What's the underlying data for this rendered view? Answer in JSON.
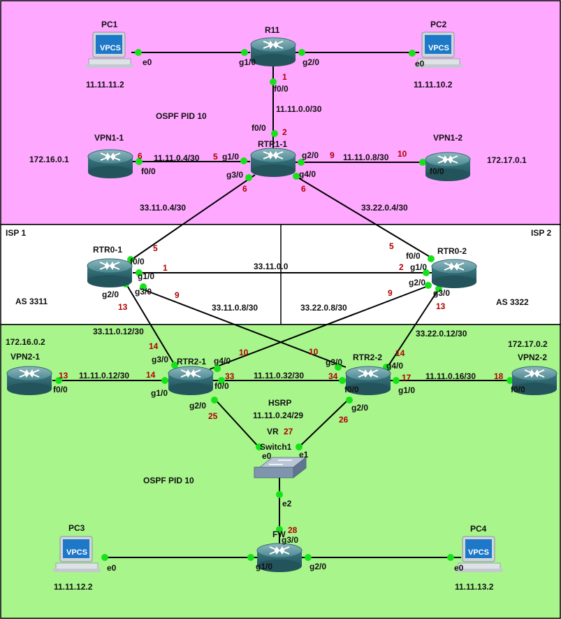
{
  "colors": {
    "zone_top": "#ffa8ff",
    "zone_mid": "#ffffff",
    "zone_bottom": "#a8f58c",
    "link": "#000000",
    "port_dot": "#16e21a",
    "num_label": "#b00000",
    "as3311": "#b35a00",
    "as3322": "#0a1ed8"
  },
  "zones": {
    "ospf_top": "OSPF PID 10",
    "isp1": "ISP 1",
    "isp2": "ISP 2",
    "as3311": "AS 3311",
    "as3322": "AS 3322",
    "ospf_bottom": "OSPF PID 10"
  },
  "devices": {
    "pc1": {
      "name": "PC1",
      "icon": "vpcs-icon",
      "badge": "VPCS",
      "ip": "11.11.11.2"
    },
    "pc2": {
      "name": "PC2",
      "icon": "vpcs-icon",
      "badge": "VPCS",
      "ip": "11.11.10.2"
    },
    "r11": {
      "name": "R11",
      "icon": "router-icon"
    },
    "vpn1_1": {
      "name": "VPN1-1",
      "icon": "router-icon",
      "ip": "172.16.0.1"
    },
    "rtr1_1": {
      "name": "RTR1-1",
      "icon": "router-icon"
    },
    "vpn1_2": {
      "name": "VPN1-2",
      "icon": "router-icon",
      "ip": "172.17.0.1"
    },
    "rtr0_1": {
      "name": "RTR0-1",
      "icon": "router-icon"
    },
    "rtr0_2": {
      "name": "RTR0-2",
      "icon": "router-icon"
    },
    "vpn2_1": {
      "name": "VPN2-1",
      "icon": "router-icon",
      "ip": "172.16.0.2"
    },
    "rtr2_1": {
      "name": "RTR2-1",
      "icon": "router-icon"
    },
    "rtr2_2": {
      "name": "RTR2-2",
      "icon": "router-icon"
    },
    "vpn2_2": {
      "name": "VPN2-2",
      "icon": "router-icon",
      "ip": "172.17.0.2"
    },
    "switch1": {
      "name": "Switch1",
      "icon": "switch-icon"
    },
    "fw": {
      "name": "FW",
      "icon": "router-icon"
    },
    "pc3": {
      "name": "PC3",
      "icon": "vpcs-icon",
      "badge": "VPCS",
      "ip": "11.11.12.2"
    },
    "pc4": {
      "name": "PC4",
      "icon": "vpcs-icon",
      "badge": "VPCS",
      "ip": "11.11.13.2"
    }
  },
  "networks": {
    "r11_rtr": "11.11.0.0/30",
    "vpn11": "11.11.0.4/30",
    "vpn12": "11.11.0.8/30",
    "rtr_rtr0_1": "33.11.0.4/30",
    "rtr_rtr0_2": "33.22.0.4/30",
    "isp_link": "33.11.0.0",
    "rtr0_1_rtr2_1": "33.11.0.12/30",
    "rtr0_1_rtr2_2": "33.11.0.8/30",
    "rtr0_2_rtr2_1": "33.22.0.8/30",
    "rtr0_2_rtr2_2": "33.22.0.12/30",
    "vpn21": "11.11.0.12/30",
    "rtr2_link": "11.11.0.32/30",
    "vpn22": "11.11.0.16/30",
    "hsrp": "HSRP",
    "hsrp_net": "11.11.0.24/29",
    "vr": "VR"
  },
  "ports": {
    "pc1_e0": "e0",
    "r11_g10": "g1/0",
    "r11_g20": "g2/0",
    "pc2_e0": "e0",
    "r11_f00": "f0/0",
    "rtr11_f00": "f0/0",
    "rtr11_g10": "g1/0",
    "rtr11_g20": "g2/0",
    "rtr11_g30": "g3/0",
    "rtr11_g40": "g4/0",
    "vpn11_f00": "f0/0",
    "vpn12_f00": "f0/0",
    "rtr01_f00": "f0/0",
    "rtr01_g10": "g1/0",
    "rtr01_g20": "g2/0",
    "rtr01_g30": "g3/0",
    "rtr02_f00": "f0/0",
    "rtr02_g10": "g1/0",
    "rtr02_g20": "g2/0",
    "rtr02_g30": "g3/0",
    "rtr21_g30": "g3/0",
    "rtr21_g40": "g4/0",
    "rtr21_f00": "f0/0",
    "rtr21_g10": "g1/0",
    "rtr21_g20": "g2/0",
    "rtr22_g30": "g3/0",
    "rtr22_g40": "g4/0",
    "rtr22_f00": "f0/0",
    "rtr22_g10": "g1/0",
    "rtr22_g20": "g2/0",
    "vpn21_f00": "f0/0",
    "vpn22_f00": "f0/0",
    "sw_e0": "e0",
    "sw_e1": "e1",
    "sw_e2": "e2",
    "fw_g30": "g3/0",
    "fw_g10": "g1/0",
    "fw_g20": "g2/0",
    "pc3_e0": "e0",
    "pc4_e0": "e0"
  },
  "octets": {
    "r11": "1",
    "rtr11_top": "2",
    "vpn11": "6",
    "rtr11_g1": "5",
    "rtr11_g2": "9",
    "vpn12": "10",
    "rtr11_g3": "6",
    "rtr11_g4": "6",
    "rtr01_f0": "5",
    "rtr02_f0": "5",
    "rtr01_g1": "1",
    "rtr02_g1": "2",
    "rtr01_g3": "9",
    "rtr02_g2": "9",
    "rtr01_g2": "13",
    "rtr02_g3": "13",
    "rtr21_g3": "14",
    "rtr21_g4": "10",
    "rtr22_g3": "10",
    "rtr22_g4": "14",
    "vpn21": "13",
    "rtr21_g1": "14",
    "rtr21_f0": "33",
    "rtr22_f0": "34",
    "rtr22_g1": "17",
    "vpn22": "18",
    "rtr21_g2": "25",
    "rtr22_g2": "26",
    "vr": "27",
    "fw": "28"
  }
}
